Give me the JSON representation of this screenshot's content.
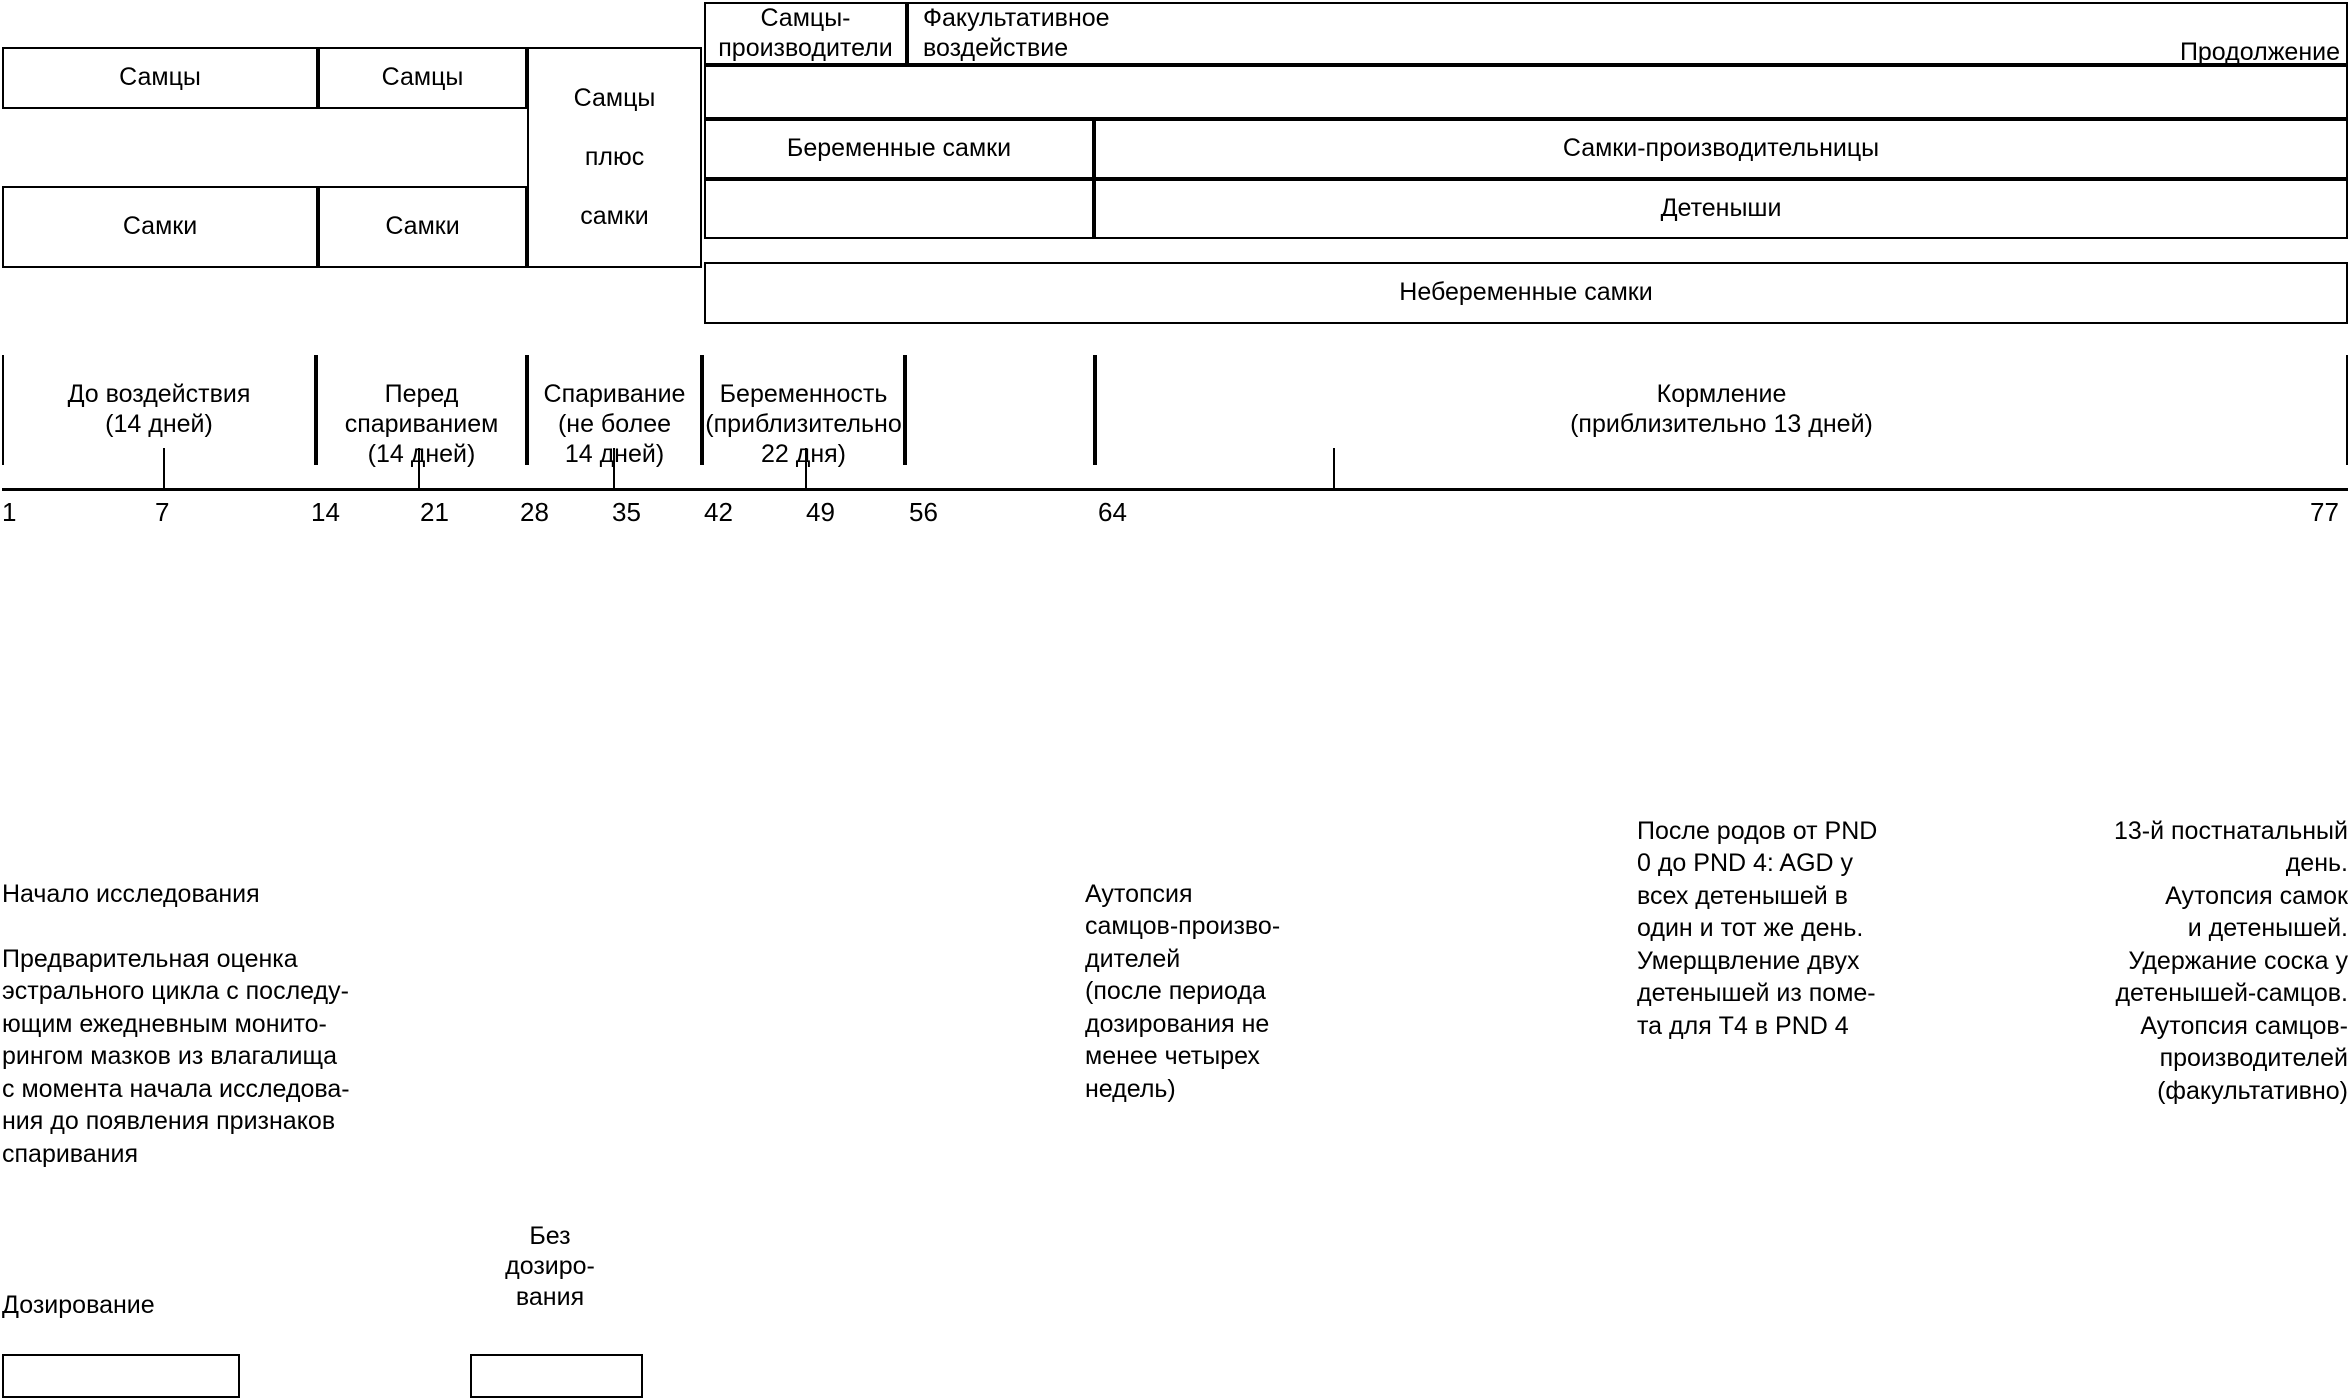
{
  "diagram": {
    "title_groups": [
      {
        "key": "males_1",
        "label": "Самцы"
      },
      {
        "key": "males_2",
        "label": "Самцы"
      },
      {
        "key": "males_plus_females",
        "label": "Самцы\n\nплюс\n\nсамки"
      },
      {
        "key": "females_1",
        "label": "Самки"
      },
      {
        "key": "females_2",
        "label": "Самки"
      },
      {
        "key": "sire_males",
        "label": "Самцы-\nпроизводители"
      },
      {
        "key": "optional_exposure",
        "label": "Факультативное\nвоздействие"
      },
      {
        "key": "continued_exposure",
        "label": "Продолжение\nвоздействия"
      },
      {
        "key": "pregnant_females",
        "label": "Беременные самки"
      },
      {
        "key": "dam_females",
        "label": "Самки-производительницы"
      },
      {
        "key": "pups",
        "label": "Детеныши"
      },
      {
        "key": "nonpregnant_females",
        "label": "Небеременные самки"
      }
    ],
    "timeline_segments": [
      {
        "key": "pre_exposure",
        "label": "До воздействия\n(14 дней)"
      },
      {
        "key": "pre_mating",
        "label": "Перед\nспариванием\n(14 дней)"
      },
      {
        "key": "mating",
        "label": "Спаривание\n(не более\n14 дней)"
      },
      {
        "key": "gestation",
        "label": "Беременность\n(приблизительно\n22 дня)"
      },
      {
        "key": "gap",
        "label": ""
      },
      {
        "key": "lactation",
        "label": "Кормление\n(приблизительно 13 дней)"
      }
    ],
    "axis": {
      "ticks": [
        "1",
        "7",
        "14",
        "21",
        "28",
        "35",
        "42",
        "49",
        "56",
        "64",
        "77"
      ]
    },
    "notes": [
      {
        "key": "study_start",
        "heading": "Начало исследования",
        "body": "Предварительная оценка\nэстрального цикла с последу-\nющим ежедневным монито-\nрингом мазков из влагалища\nс момента начала исследова-\nния до появления признаков\nспаривания"
      },
      {
        "key": "sire_autopsy",
        "heading": "",
        "body": "Аутопсия\nсамцов-произво-\nдителей\n(после периода\nдозирования не\nменее четырех\nнедель)"
      },
      {
        "key": "pnd_note",
        "heading": "",
        "body": "После родов от PND\n0 до PND 4: AGD у\nвсех детенышей в\nодин и тот же день.\nУмерщвление двух\nдетенышей из поме-\nта для T4 в PND 4"
      },
      {
        "key": "pnd13_note",
        "heading": "",
        "body": "13-й постнатальный\nдень.\nАутопсия самок\nи детенышей.\nУдержание соска у\nдетенышей-самцов.\nАутопсия самцов-\nпроизводителей\n(факультативно)"
      }
    ],
    "legend": [
      {
        "key": "dosing",
        "label": "Дозирование"
      },
      {
        "key": "no_dosing",
        "label": "Без\nдозиро-\nвания"
      }
    ]
  }
}
